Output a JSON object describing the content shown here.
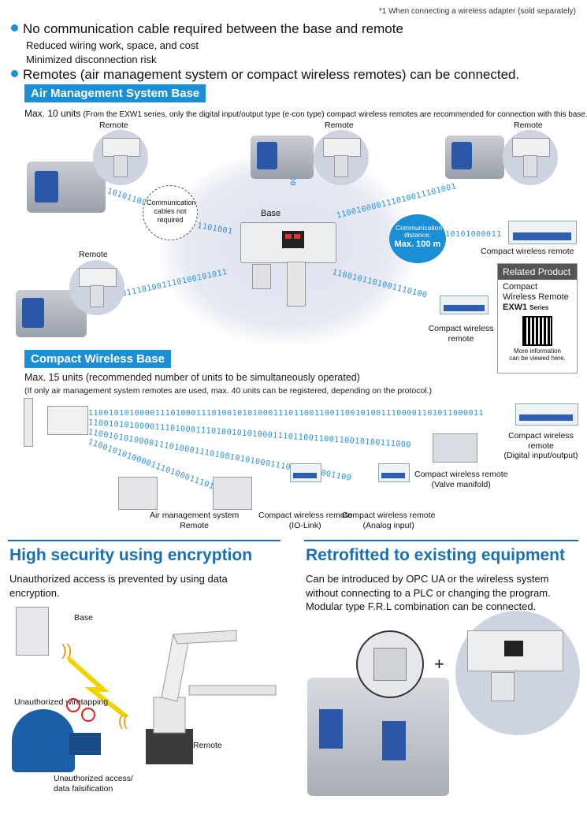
{
  "footnote": "*1 When connecting a wireless adapter (sold separately)",
  "bullets": [
    {
      "text": "No communication cable required between the base and remote",
      "subs": [
        "Reduced wiring work, space, and cost",
        "Minimized disconnection risk"
      ]
    },
    {
      "text": "Remotes (air management system or compact wireless remotes) can be connected.",
      "subs": []
    }
  ],
  "ams": {
    "title": "Air Management System Base",
    "max_bold": "Max. 10 units",
    "max_note": "(From the EXW1 series, only the digital input/output type (e-con type) compact wireless remotes are recommended for connection with this base.)",
    "labels": {
      "remote1": "Remote",
      "remote2": "Remote",
      "remote3": "Remote",
      "remote4": "Remote",
      "base": "Base",
      "cable_note": "Communication cables not required",
      "comm_dist_1": "Communication distance:",
      "comm_dist_2": "Max. 100 m",
      "cwr1": "Compact wireless remote",
      "cwr2": "Compact wireless remote"
    },
    "binaries": [
      "10101100",
      "1101001",
      "0100100",
      "110010000111010011101001",
      "10101000011",
      "110011000011101001110100101011",
      "1100101101001110100"
    ]
  },
  "related": {
    "header": "Related Product",
    "line1": "Compact",
    "line2": "Wireless Remote",
    "model": "EXW1",
    "series": "Series",
    "more1": "More information",
    "more2": "can be viewed here."
  },
  "cwb": {
    "title": "Compact Wireless Base",
    "max": "Max. 15 units (recommended number of units to be simultaneously operated)",
    "note": "(If only air management system remotes are used, max. 40 units can be registered, depending on the protocol.)",
    "binary_long": "11001010100001110100011101001010100011101100110011001010011100001101011000011",
    "binary_2": "110010101000011101000111010010101000111011001100110010100111000",
    "binary_3": "1100101010000111010001110100101010001110110011001100",
    "binary_4": "110010101000011101000111010010101",
    "devices": [
      {
        "l1": "Compact wireless remote",
        "l2": "(Digital input/output)"
      },
      {
        "l1": "Compact wireless remote",
        "l2": "(Valve manifold)"
      },
      {
        "l1": "Air management system",
        "l2": "Remote"
      },
      {
        "l1": "Compact wireless remote",
        "l2": "(IO-Link)"
      },
      {
        "l1": "Compact wireless remote",
        "l2": "(Analog input)"
      }
    ]
  },
  "security": {
    "title": "High security using encryption",
    "text": "Unauthorized access is prevented by using data encryption.",
    "base": "Base",
    "wiretap": "Unauthorized wiretapping",
    "remote": "Remote",
    "access1": "Unauthorized access/",
    "access2": "data falsification"
  },
  "retro": {
    "title": "Retrofitted to existing equipment",
    "text": "Can be introduced by OPC UA or the wireless system without connecting to a PLC or changing the program. Modular type F.R.L combination can be connected.",
    "plus": "+"
  },
  "colors": {
    "accent": "#1a8fd6",
    "heading": "#1a6fb3",
    "binary": "#2a8fe0"
  }
}
